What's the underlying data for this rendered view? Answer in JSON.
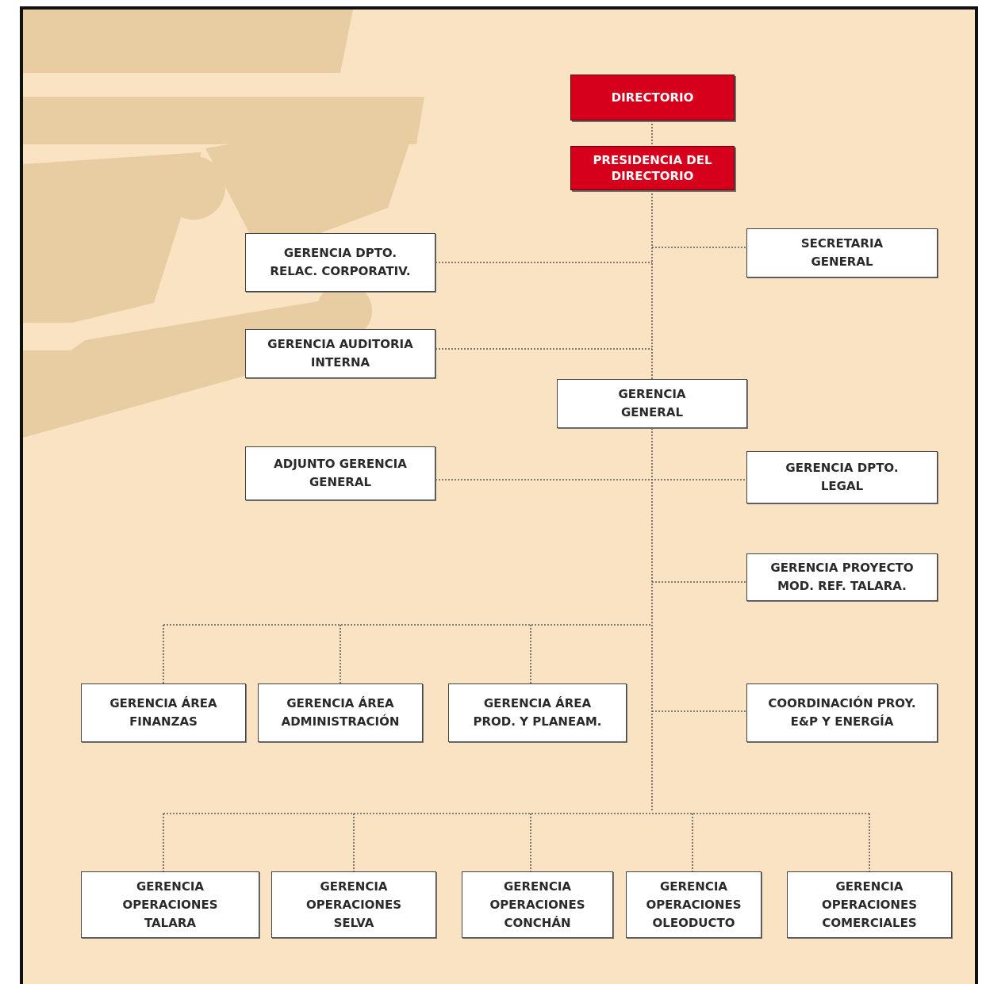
{
  "colors": {
    "background": "#fae3c3",
    "background_art": "#e8cca2",
    "highlight_box": "#d6001c",
    "box": "#ffffff",
    "connector": "#5a5a5a"
  },
  "nodes": {
    "directorio": "DIRECTORIO",
    "presidencia": "PRESIDENCIA DEL\nDIRECTORIO",
    "secretaria": "SECRETARIA\nGENERAL",
    "relac": "GERENCIA DPTO.\nRELAC. CORPORATIV.",
    "auditoria": "GERENCIA AUDITORIA\nINTERNA",
    "gerencia_general": "GERENCIA\nGENERAL",
    "adjunto": "ADJUNTO GERENCIA\nGENERAL",
    "legal": "GERENCIA DPTO.\nLEGAL",
    "proyecto_talara": "GERENCIA PROYECTO\nMOD. REF. TALARA.",
    "finanzas": "GERENCIA ÁREA\nFINANZAS",
    "administracion": "GERENCIA ÁREA\nADMINISTRACIÓN",
    "prod_planeam": "GERENCIA ÁREA\nPROD. Y PLANEAM.",
    "coordinacion": "COORDINACIÓN PROY.\nE&P Y ENERGÍA",
    "op_talara": "GERENCIA\nOPERACIONES\nTALARA",
    "op_selva": "GERENCIA\nOPERACIONES\nSELVA",
    "op_conchan": "GERENCIA\nOPERACIONES\nCONCHÁN",
    "op_oleoducto": "GERENCIA\nOPERACIONES\nOLEODUCTO",
    "op_comerciales": "GERENCIA\nOPERACIONES\nCOMERCIALES"
  }
}
